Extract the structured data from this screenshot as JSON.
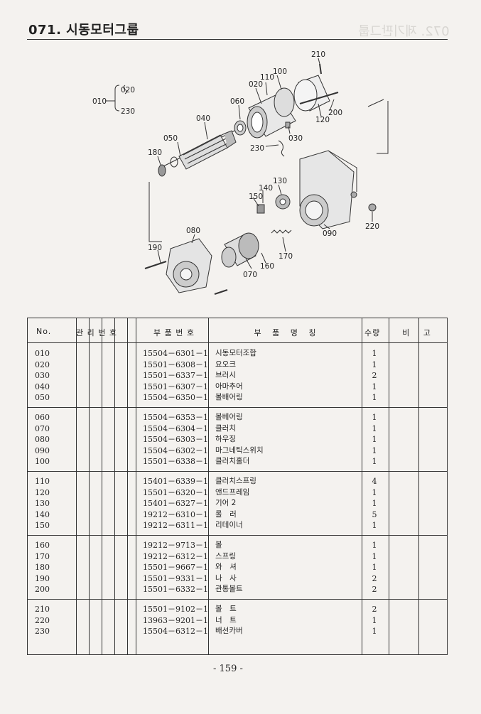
{
  "page": {
    "title": "071. 시동모터그룹",
    "ghost_title": "072. 제기판그룹",
    "page_number": "- 159 -"
  },
  "diagram": {
    "callouts": {
      "c010": "010",
      "c020a": "020",
      "c230a": "230",
      "c210": "210",
      "c110": "110",
      "c100": "100",
      "c020b": "020",
      "c060": "060",
      "c040": "040",
      "c050": "050",
      "c180": "180",
      "c200": "200",
      "c120": "120",
      "c030": "030",
      "c230b": "230",
      "c130": "130",
      "c140": "140",
      "c150": "150",
      "c220": "220",
      "c090": "090",
      "c080": "080",
      "c190": "190",
      "c170": "170",
      "c160": "160",
      "c070": "070"
    }
  },
  "table": {
    "headers": {
      "no": "No.",
      "mgmt": "관 리 번 호",
      "part_no": "부 품 번 호",
      "name": "부 품 명 칭",
      "qty": "수량",
      "note": "비 고"
    },
    "groups": [
      {
        "rows": [
          {
            "no": "010",
            "part": "15504－6301－1",
            "name": "시동모터조합",
            "qty": "1"
          },
          {
            "no": "020",
            "part": "15501－6308－1",
            "name": "요오크",
            "qty": "1"
          },
          {
            "no": "030",
            "part": "15501－6337－1",
            "name": "브러시",
            "qty": "2"
          },
          {
            "no": "040",
            "part": "15501－6307－1",
            "name": "아마추어",
            "qty": "1"
          },
          {
            "no": "050",
            "part": "15504－6350－1",
            "name": "볼배어링",
            "qty": "1"
          }
        ]
      },
      {
        "rows": [
          {
            "no": "060",
            "part": "15504－6353－1",
            "name": "볼베어링",
            "qty": "1"
          },
          {
            "no": "070",
            "part": "15504－6304－1",
            "name": "클러치",
            "qty": "1"
          },
          {
            "no": "080",
            "part": "15504－6303－1",
            "name": "하우징",
            "qty": "1"
          },
          {
            "no": "090",
            "part": "15504－6302－1",
            "name": "마그네틱스위치",
            "qty": "1"
          },
          {
            "no": "100",
            "part": "15501－6338－1",
            "name": "클러치홀더",
            "qty": "1"
          }
        ]
      },
      {
        "rows": [
          {
            "no": "110",
            "part": "15401－6339－1",
            "name": "클러치스프링",
            "qty": "4"
          },
          {
            "no": "120",
            "part": "15501－6320－1",
            "name": "앤드프레임",
            "qty": "1"
          },
          {
            "no": "130",
            "part": "15401－6327－1",
            "name": "기어 2",
            "qty": "1"
          },
          {
            "no": "140",
            "part": "19212－6310－1",
            "name": "롤　러",
            "qty": "5"
          },
          {
            "no": "150",
            "part": "19212－6311－1",
            "name": "리테이너",
            "qty": "1"
          }
        ]
      },
      {
        "rows": [
          {
            "no": "160",
            "part": "19212－9713－1",
            "name": "볼",
            "qty": "1"
          },
          {
            "no": "170",
            "part": "19212－6312－1",
            "name": "스프링",
            "qty": "1"
          },
          {
            "no": "180",
            "part": "15501－9667－1",
            "name": "와　셔",
            "qty": "1"
          },
          {
            "no": "190",
            "part": "15501－9331－1",
            "name": "나　사",
            "qty": "2"
          },
          {
            "no": "200",
            "part": "15501－6332－1",
            "name": "관통볼트",
            "qty": "2"
          }
        ]
      },
      {
        "rows": [
          {
            "no": "210",
            "part": "15501－9102－1",
            "name": "볼　트",
            "qty": "2"
          },
          {
            "no": "220",
            "part": "13963－9201－1",
            "name": "너　트",
            "qty": "1"
          },
          {
            "no": "230",
            "part": "15504－6312－1",
            "name": "배선카버",
            "qty": "1"
          }
        ]
      }
    ]
  }
}
